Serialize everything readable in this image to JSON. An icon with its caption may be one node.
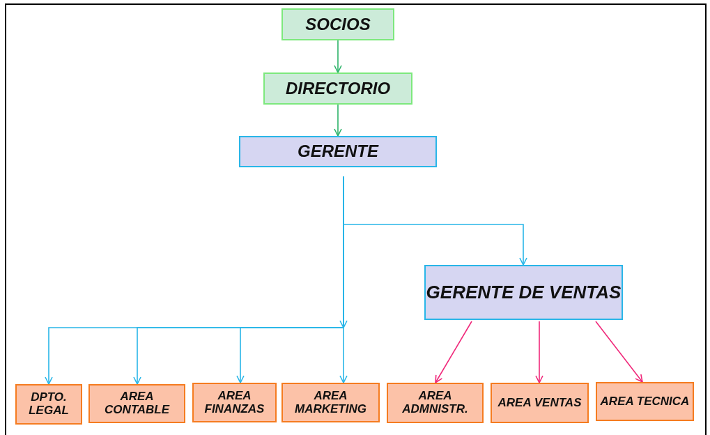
{
  "diagram": {
    "nodes": [
      {
        "text": [
          "SOCIOS"
        ]
      },
      {
        "text": [
          "DIRECTORIO"
        ]
      },
      {
        "text": [
          "GERENTE"
        ]
      },
      {
        "text": [
          "GERENTE DE VENTAS"
        ]
      },
      {
        "text": [
          "DPTO. LEGAL"
        ]
      },
      {
        "text": [
          "AREA CONTABLE"
        ]
      },
      {
        "text": [
          "AREA FINANZAS"
        ]
      },
      {
        "text": [
          "AREA MARKETING"
        ]
      },
      {
        "text": [
          "AREA ADMNISTR."
        ]
      },
      {
        "text": [
          "AREA VENTAS"
        ]
      },
      {
        "text": [
          "AREA TECNICA"
        ]
      }
    ],
    "edges": [
      {
        "from": 0,
        "to": 1,
        "arrow": "to",
        "color": "#2db36a"
      },
      {
        "from": 1,
        "to": 2,
        "arrow": "to",
        "color": "#2db36a"
      },
      {
        "from": 2,
        "to": 3,
        "arrow": "to"
      },
      {
        "from": 2,
        "to": 4,
        "arrow": "to"
      },
      {
        "from": 2,
        "to": 5,
        "arrow": "to"
      },
      {
        "from": 2,
        "to": 6,
        "arrow": "to"
      },
      {
        "from": 2,
        "to": 7,
        "arrow": "to"
      },
      {
        "from": 3,
        "to": 8,
        "arrow": "to",
        "color": "#f0287a"
      },
      {
        "from": 3,
        "to": 9,
        "arrow": "to",
        "color": "#f0287a"
      },
      {
        "from": 3,
        "to": 10,
        "arrow": "to",
        "color": "#f0287a"
      }
    ]
  }
}
